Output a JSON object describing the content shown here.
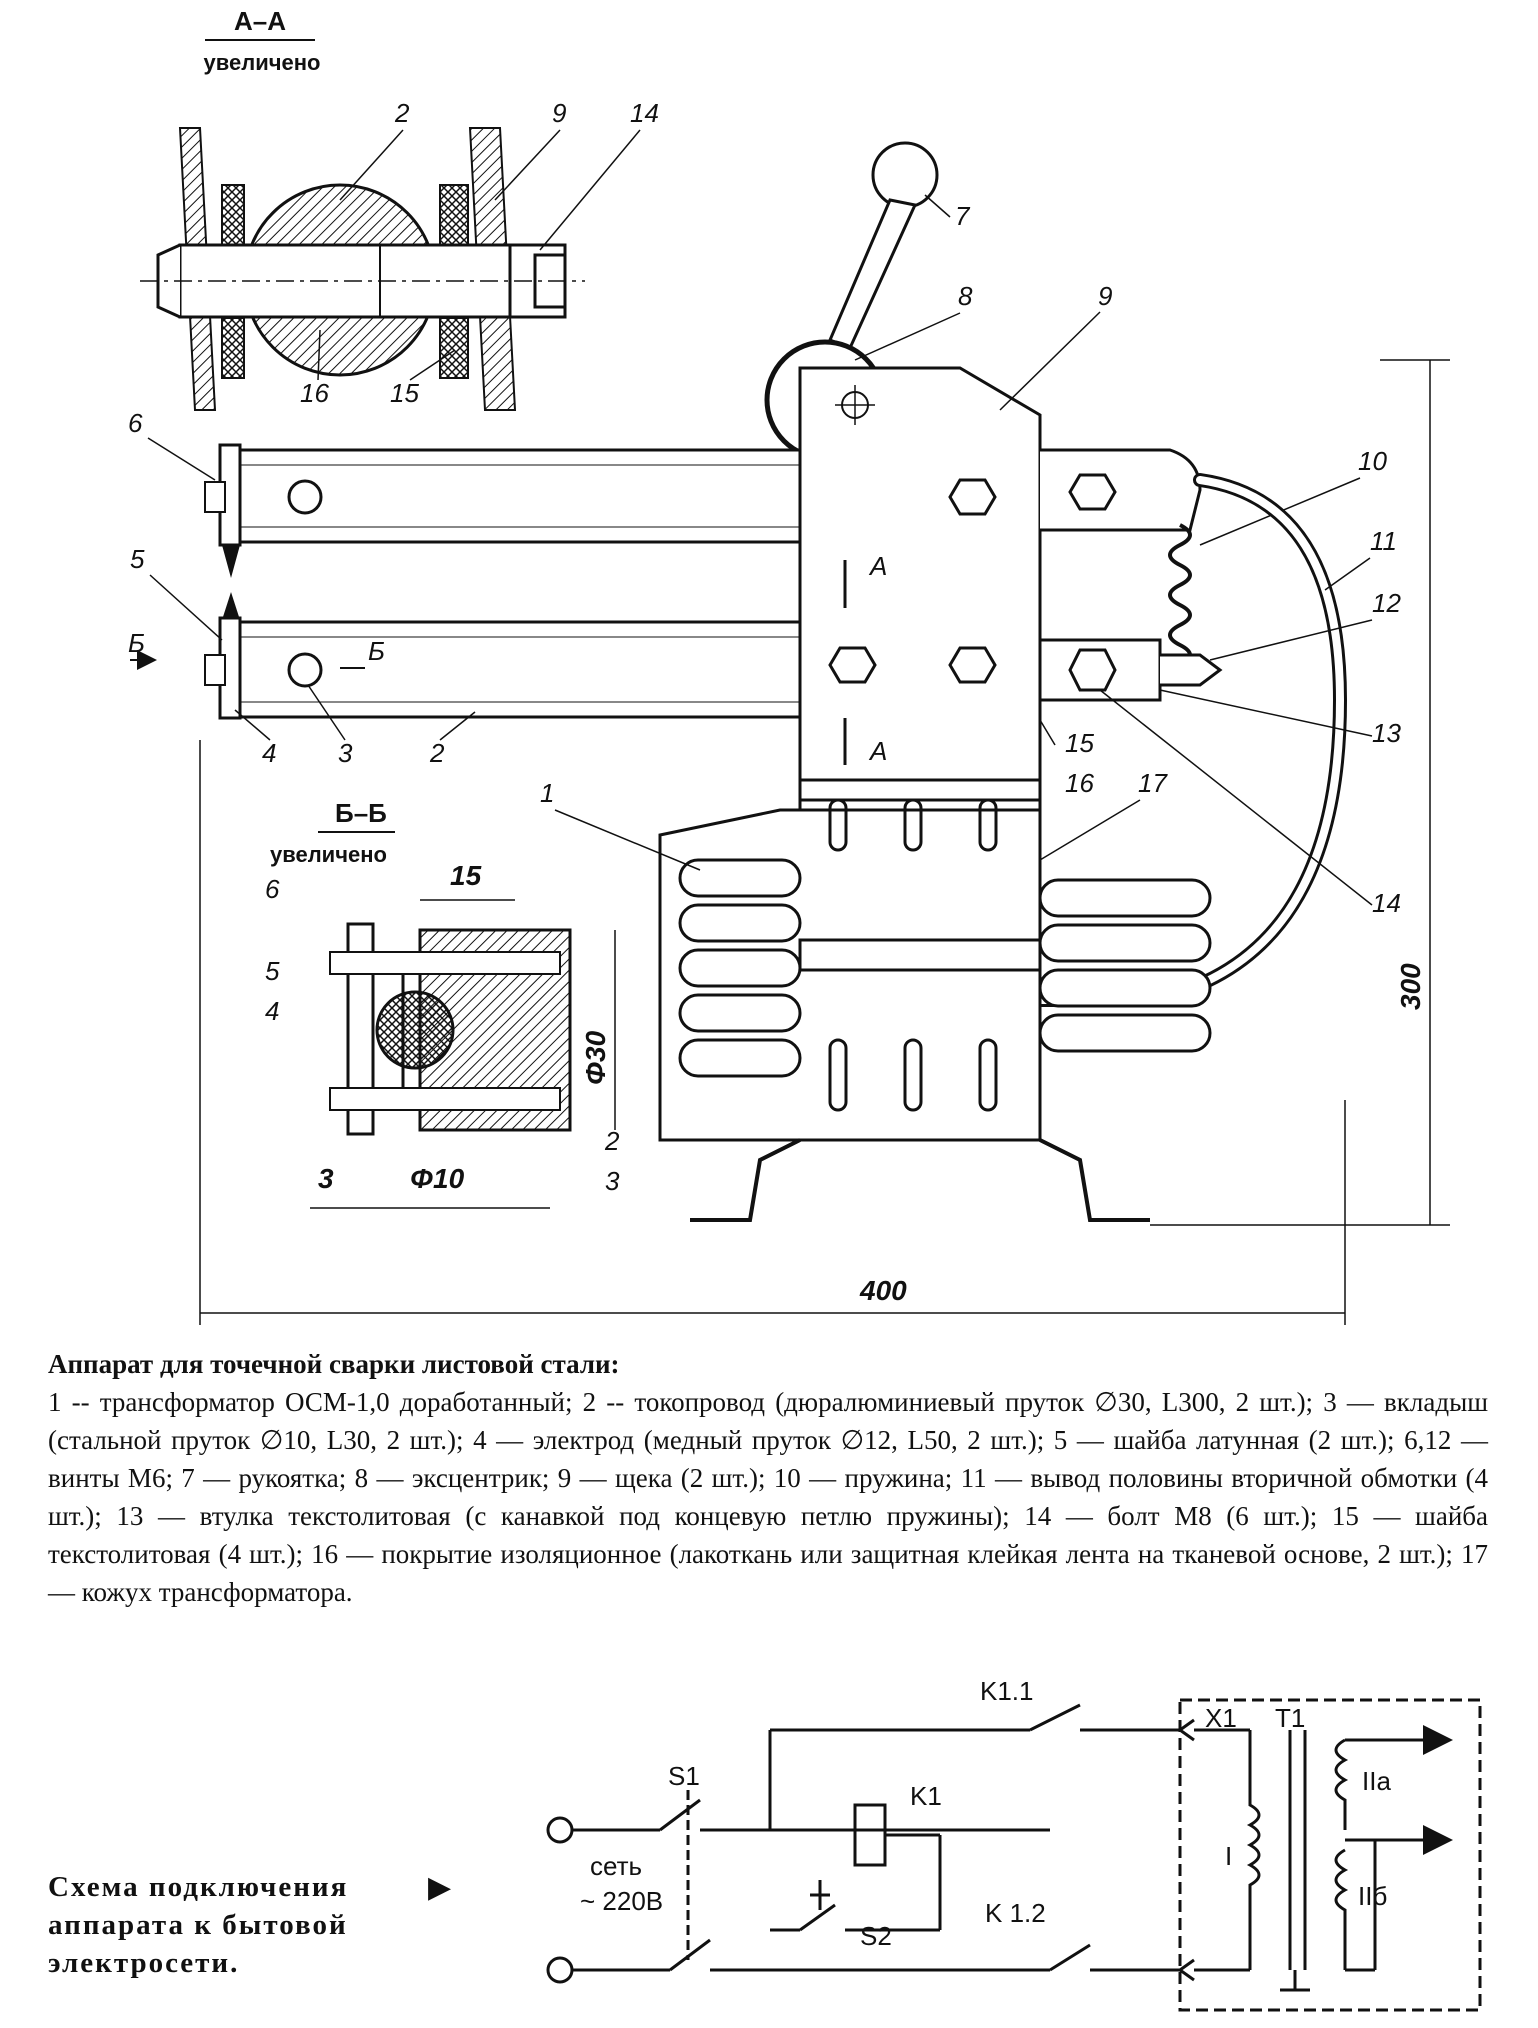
{
  "section_aa": {
    "title": "A–A",
    "subtitle": "увеличено"
  },
  "section_bb": {
    "title": "Б–Б",
    "subtitle": "увеличено"
  },
  "callouts": {
    "c1": "1",
    "c2": "2",
    "c3": "3",
    "c4": "4",
    "c5": "5",
    "c6": "6",
    "c7": "7",
    "c8": "8",
    "c9": "9",
    "c10": "10",
    "c11": "11",
    "c12": "12",
    "c13": "13",
    "c14": "14",
    "c15": "15",
    "c16": "16",
    "c17": "17"
  },
  "section_marks": {
    "a": "А",
    "b": "Б"
  },
  "dimensions": {
    "width": "400",
    "height": "300",
    "offset": "15",
    "diameter30": "Φ30",
    "offset3": "3",
    "diameter10": "Φ10"
  },
  "caption": {
    "title": "Аппарат для точечной сварки листовой стали:",
    "text": "1 -- трансформатор ОСМ-1,0 доработанный; 2 -- токопровод (дюралюминиевый пруток ∅30, L300, 2 шт.); 3 — вкладыш (стальной пруток ∅10, L30, 2 шт.); 4 — электрод (медный пруток ∅12, L50, 2 шт.); 5 — шайба латунная (2 шт.); 6,12 — винты М6; 7 — рукоятка; 8 — эксцентрик; 9 — щека (2 шт.); 10 — пружина; 11 — вывод половины вторичной обмотки (4 шт.); 13 — втулка текстолитовая (с канавкой под концевую петлю пружины); 14 — болт М8 (6 шт.); 15 — шайба текстолитовая (4 шт.); 16 — покрытие изоляционное (лакоткань или защитная клейкая лента на тканевой основе, 2 шт.); 17 — кожух трансформатора."
  },
  "schema": {
    "label": "Схема подключения аппарата к бытовой электросети.",
    "S1": "S1",
    "K1": "K1",
    "K11": "K1.1",
    "K12": "K 1.2",
    "S2": "S2",
    "X1": "X1",
    "T1": "T1",
    "winding_I": "I",
    "winding_IIa": "IIa",
    "winding_IIb": "IIб",
    "mains_1": "сеть",
    "mains_2": "~ 220В"
  }
}
